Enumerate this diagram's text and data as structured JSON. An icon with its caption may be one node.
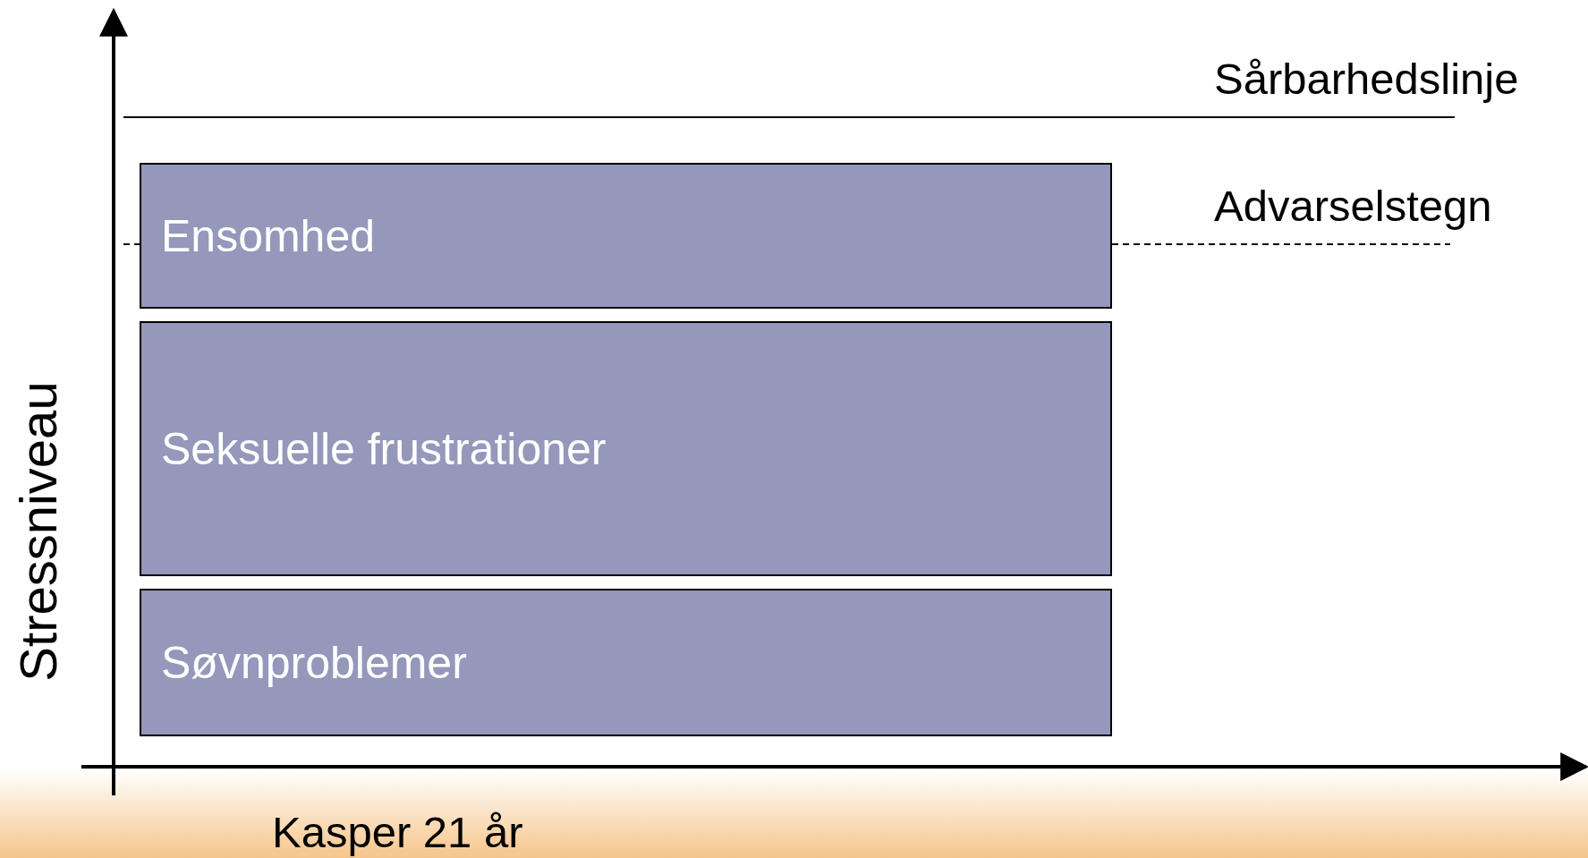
{
  "diagram": {
    "nodes": [
      {
        "text": [
          "Ensomhed"
        ]
      },
      {
        "text": [
          "Seksuelle frustrationer"
        ]
      },
      {
        "text": [
          "Søvnproblemer"
        ]
      }
    ],
    "labels": [
      "Sårbarhedslinje",
      "Advarselstegn",
      "Stressniveau",
      "Kasper 21 år"
    ]
  }
}
